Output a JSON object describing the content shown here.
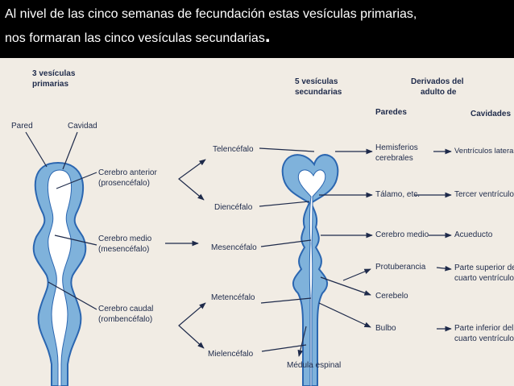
{
  "header": {
    "line1": "Al nivel de las cinco semanas de fecundación estas vesículas primarias,",
    "line2": "nos formaran las cinco vesículas secundarias",
    "line2_end": "."
  },
  "diagram": {
    "primary_title_1": "3 vesículas",
    "primary_title_2": "primarias",
    "pared": "Pared",
    "cavidad": "Cavidad",
    "primary": [
      {
        "line1": "Cerebro anterior",
        "line2": "(prosencéfalo)"
      },
      {
        "line1": "Cerebro medio",
        "line2": "(mesencéfalo)"
      },
      {
        "line1": "Cerebro caudal",
        "line2": "(rombencéfalo)"
      }
    ],
    "secondary": [
      "Telencéfalo",
      "Diencéfalo",
      "Mesencéfalo",
      "Metencéfalo",
      "Mielencéfalo"
    ],
    "secondary_title_1": "5 vesículas",
    "secondary_title_2": "secundarias",
    "derivados_1": "Derivados del",
    "derivados_2": "adulto de",
    "paredes_header": "Paredes",
    "cavidades_header": "Cavidades",
    "walls": [
      {
        "line1": "Hemisferios",
        "line2": "cerebrales"
      },
      {
        "line1": "Tálamo, etc.",
        "line2": ""
      },
      {
        "line1": "Cerebro medio",
        "line2": ""
      },
      {
        "line1": "Protuberancia",
        "line2": ""
      },
      {
        "line1": "Cerebelo",
        "line2": ""
      },
      {
        "line1": "Bulbo",
        "line2": ""
      }
    ],
    "cavities": [
      {
        "line1": "Ventrículos laterales",
        "line2": ""
      },
      {
        "line1": "Tercer ventrículo*",
        "line2": ""
      },
      {
        "line1": "Acueducto",
        "line2": ""
      },
      {
        "line1": "Parte superior del",
        "line2": "cuarto ventrículo"
      },
      {
        "line1": "Parte inferior del",
        "line2": "cuarto ventrículo"
      }
    ],
    "medula": "Médula espinal",
    "colors": {
      "tube_fill": "#7fb2db",
      "tube_outline": "#2b66b0",
      "cavity": "#ffffff",
      "background": "#f1ece4"
    }
  }
}
